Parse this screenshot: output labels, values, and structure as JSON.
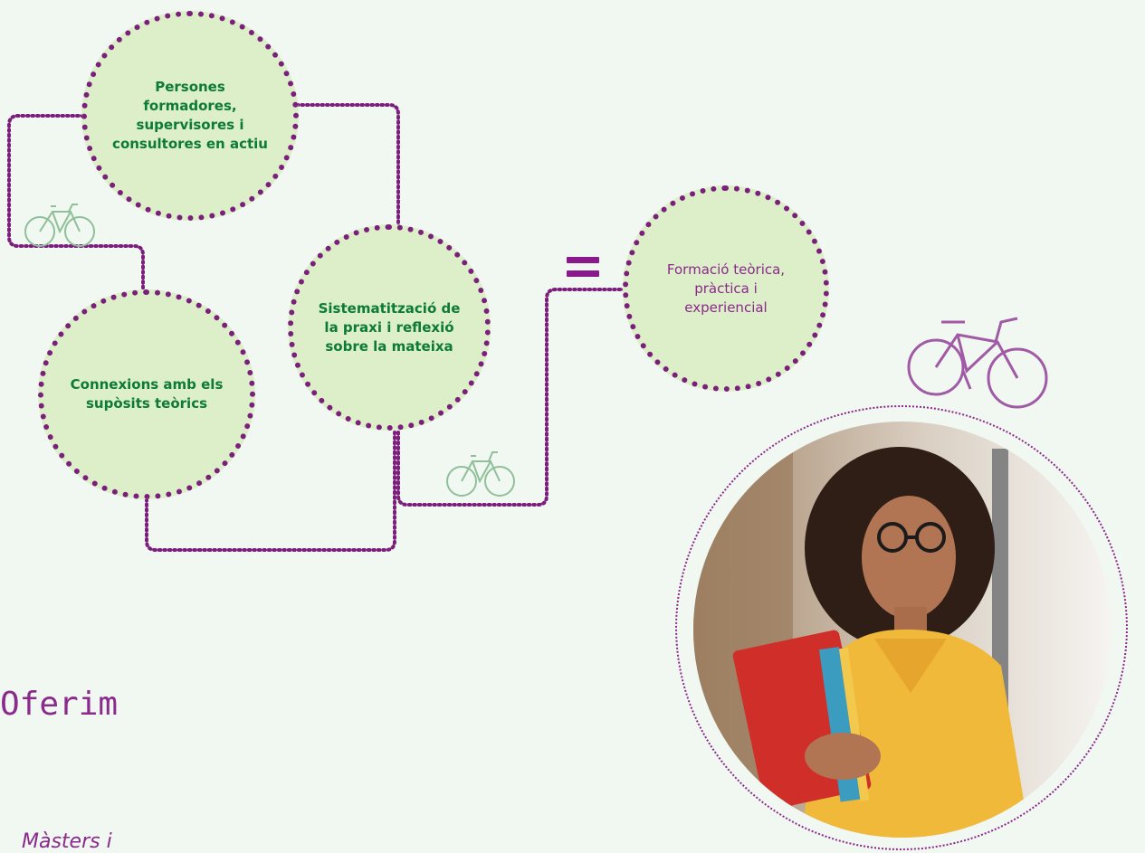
{
  "diagram": {
    "nodes": [
      {
        "label": "Persones formadores, supervisores i consultores en actiu"
      },
      {
        "label": "Sistematització de la praxi i reflexió sobre la mateixa"
      },
      {
        "label": "Connexions amb els supòsits teòrics"
      },
      {
        "label": "Formació teòrica, pràctica i experiencial"
      }
    ],
    "connector_color": "#7b1f7c",
    "node_fill": "#dcefc8",
    "node_text_color": "#0d7a35",
    "outcome_text_color": "#8a2a8c",
    "operator": "equals-sign",
    "decorations": [
      "bicycle-icon",
      "bicycle-icon",
      "bicycle-icon"
    ]
  },
  "section": {
    "title": "Oferim",
    "subtitle": "Màsters i"
  },
  "photo": {
    "subject": "student-with-books-photo"
  },
  "colors": {
    "background": "#f1f7f1",
    "accent": "#8a2a8c"
  }
}
